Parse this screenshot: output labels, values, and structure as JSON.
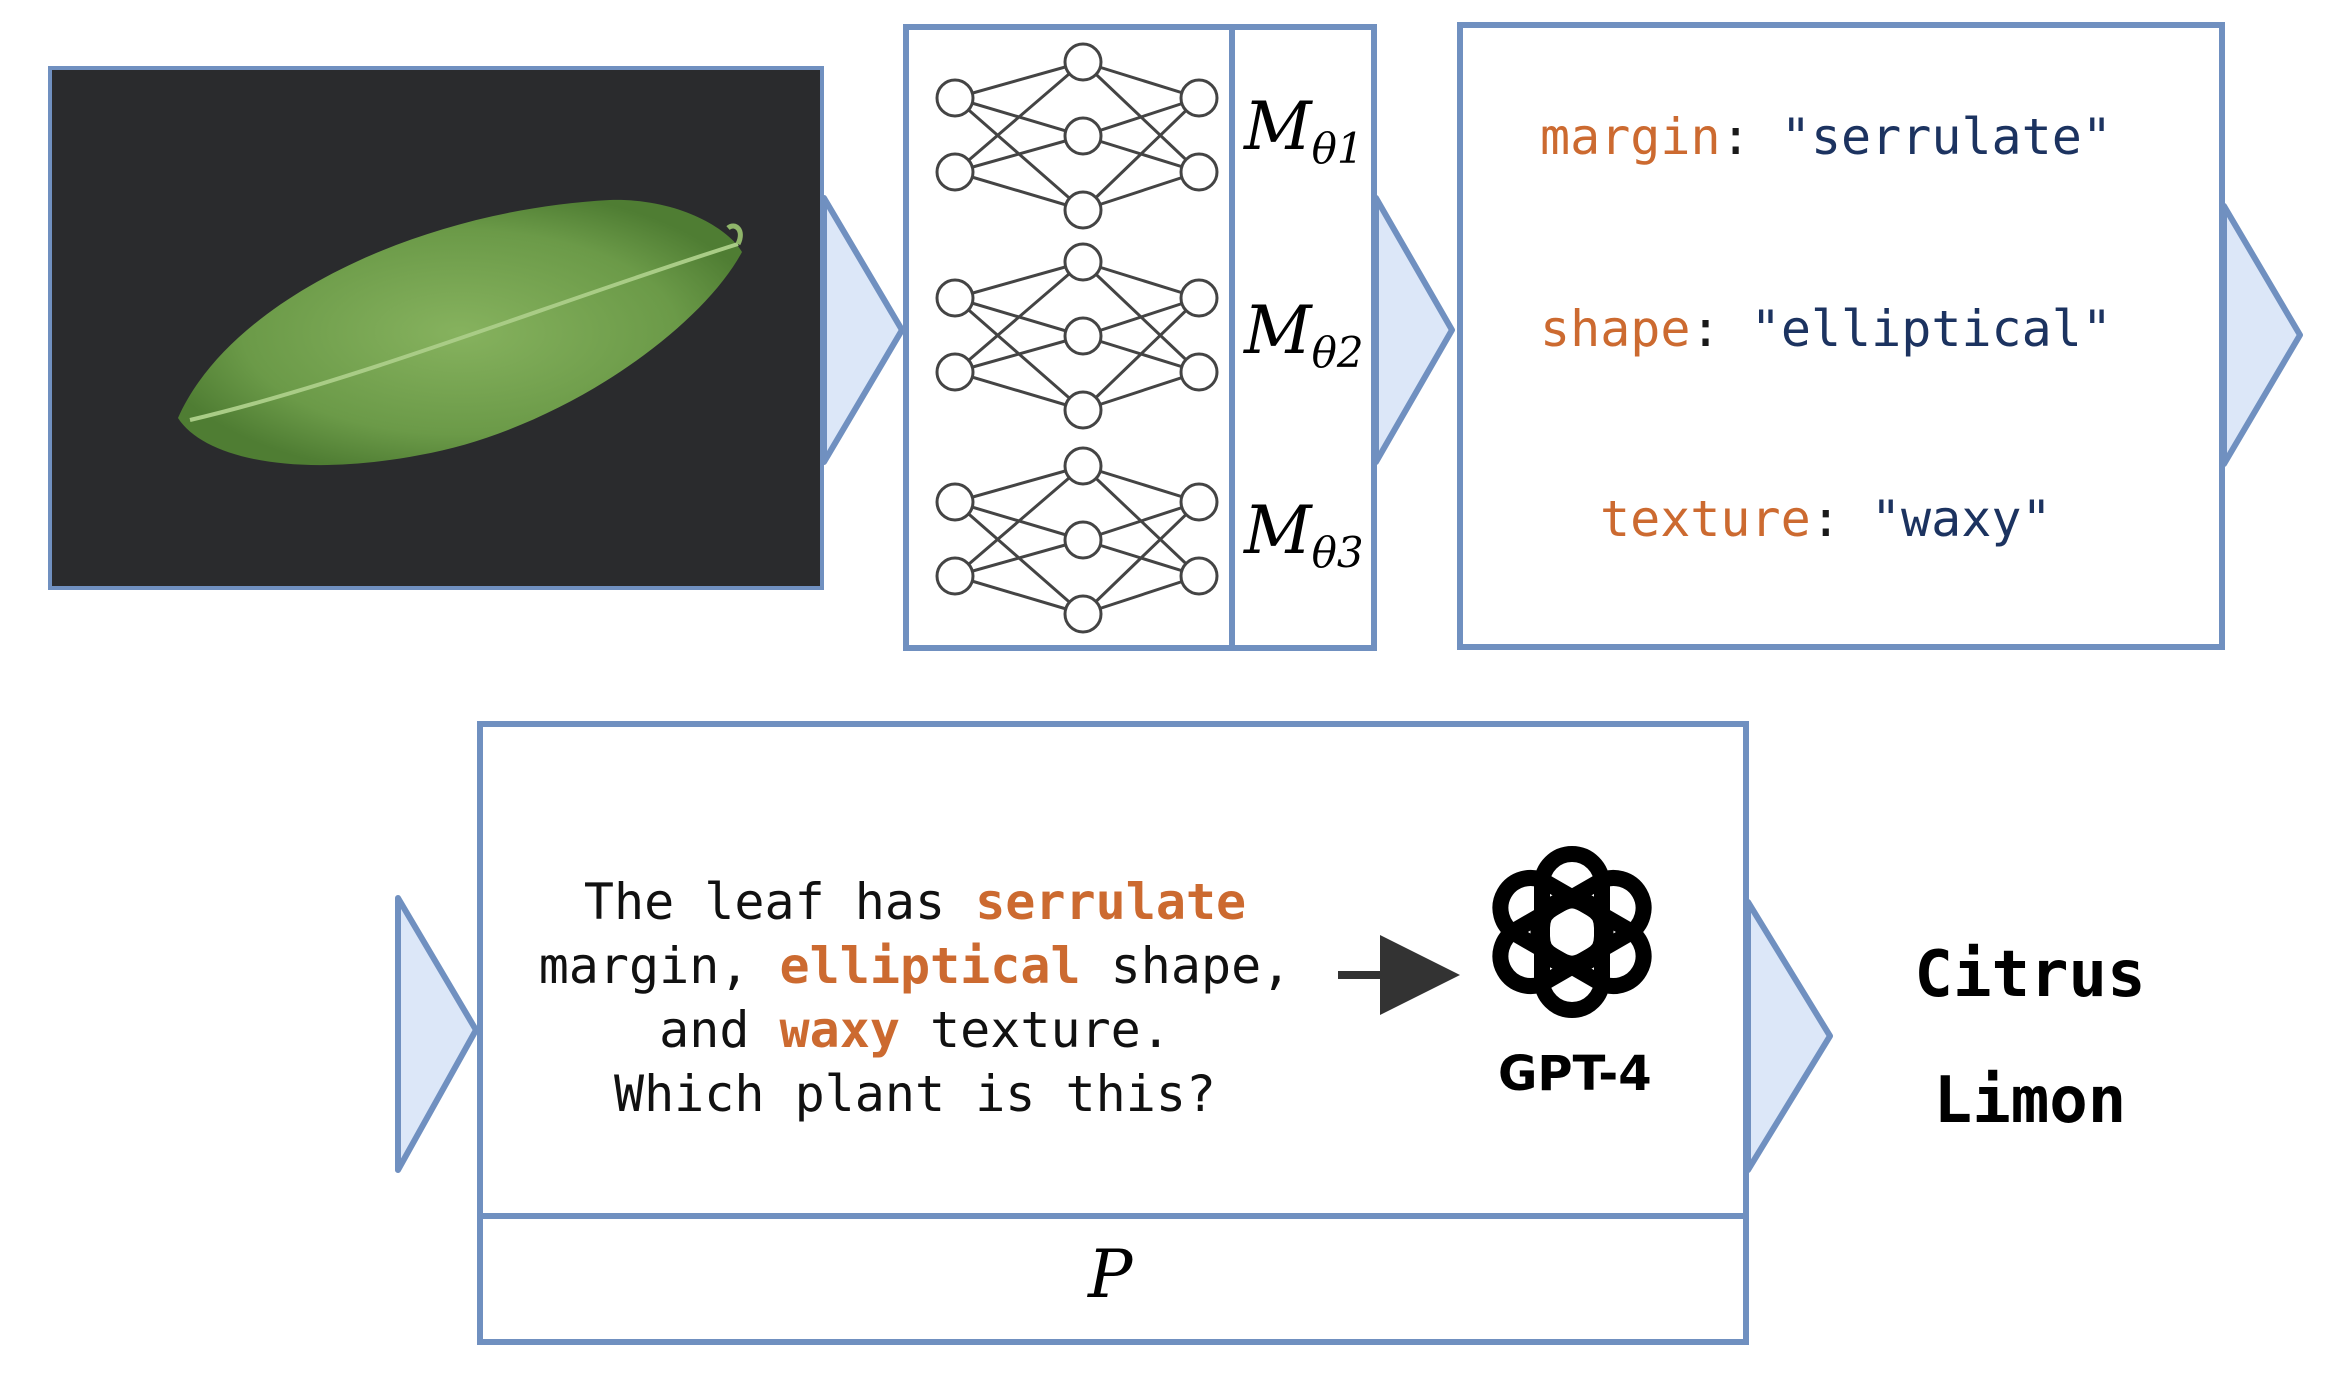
{
  "models": [
    {
      "symbol": "M",
      "subscript": "θ1"
    },
    {
      "symbol": "M",
      "subscript": "θ2"
    },
    {
      "symbol": "M",
      "subscript": "θ3"
    }
  ],
  "attributes": [
    {
      "key": "margin",
      "value": "\"serrulate\""
    },
    {
      "key": "shape",
      "value": "\"elliptical\""
    },
    {
      "key": "texture",
      "value": "\"waxy\""
    }
  ],
  "prompt": {
    "line1": "The leaf has ",
    "line1_hl": "serrulate",
    "line2": "margin, ",
    "line2_hl": "elliptical",
    "line2_end": " shape,",
    "line3": "and ",
    "line3_hl": "waxy",
    "line3_end": " texture.",
    "line4": "Which plant is this?"
  },
  "prompt_label": "P",
  "llm_label": "GPT-4",
  "answer": {
    "line1": "Citrus",
    "line2": "Limon"
  },
  "colors": {
    "box_border": "#7090c0",
    "arrow_fill": "#dce7f8",
    "highlight": "#cc6a30",
    "value": "#1c3360"
  }
}
